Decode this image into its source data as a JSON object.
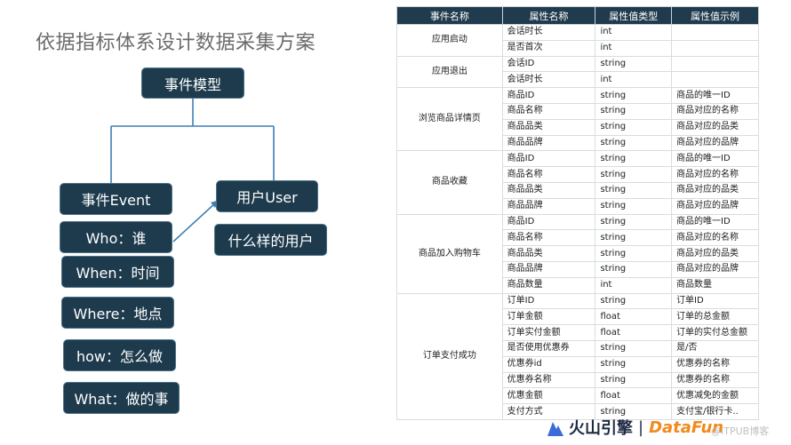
{
  "title": "依据指标体系设计数据采集方案",
  "diagram": {
    "root": "事件模型",
    "left_nodes": [
      "事件Event",
      "Who：谁",
      "When：时间",
      "Where：地点",
      "how：怎么做",
      "What：做的事"
    ],
    "right_nodes": [
      "用户User",
      "什么样的用户"
    ]
  },
  "table": {
    "headers": [
      "事件名称",
      "属性名称",
      "属性值类型",
      "属性值示例"
    ],
    "groups": [
      {
        "event": "应用启动",
        "rows": [
          [
            "会话时长",
            "int",
            ""
          ],
          [
            "是否首次",
            "int",
            ""
          ]
        ]
      },
      {
        "event": "应用退出",
        "rows": [
          [
            "会话ID",
            "string",
            ""
          ],
          [
            "会话时长",
            "int",
            ""
          ]
        ]
      },
      {
        "event": "浏览商品详情页",
        "rows": [
          [
            "商品ID",
            "string",
            "商品的唯一ID"
          ],
          [
            "商品名称",
            "string",
            "商品对应的名称"
          ],
          [
            "商品品类",
            "string",
            "商品对应的品类"
          ],
          [
            "商品品牌",
            "string",
            "商品对应的品牌"
          ]
        ]
      },
      {
        "event": "商品收藏",
        "rows": [
          [
            "商品ID",
            "string",
            "商品的唯一ID"
          ],
          [
            "商品名称",
            "string",
            "商品对应的名称"
          ],
          [
            "商品品类",
            "string",
            "商品对应的品类"
          ],
          [
            "商品品牌",
            "string",
            "商品对应的品牌"
          ]
        ]
      },
      {
        "event": "商品加入购物车",
        "rows": [
          [
            "商品ID",
            "string",
            "商品的唯一ID"
          ],
          [
            "商品名称",
            "string",
            "商品对应的名称"
          ],
          [
            "商品品类",
            "string",
            "商品对应的品类"
          ],
          [
            "商品品牌",
            "string",
            "商品对应的品牌"
          ],
          [
            "商品数量",
            "int",
            "商品数量"
          ]
        ]
      },
      {
        "event": "订单支付成功",
        "rows": [
          [
            "订单ID",
            "string",
            "订单ID"
          ],
          [
            "订单金额",
            "float",
            "订单的总金额"
          ],
          [
            "订单实付金额",
            "float",
            "订单的实付总金额"
          ],
          [
            "是否使用优惠券",
            "string",
            "是/否"
          ],
          [
            "优惠券id",
            "string",
            "优惠券的名称"
          ],
          [
            "优惠券名称",
            "string",
            "优惠券的名称"
          ],
          [
            "优惠金额",
            "float",
            "优惠减免的金额"
          ],
          [
            "支付方式",
            "string",
            "支付宝/银行卡.."
          ]
        ]
      }
    ]
  },
  "footer": {
    "brand1": "火山引擎",
    "separator": "|",
    "brand2": "DataFun",
    "watermark": "@ITPUB博客"
  },
  "colors": {
    "box": "#1e3b4d",
    "line": "#3d7fb5",
    "table_header": "#1f3b4d"
  }
}
